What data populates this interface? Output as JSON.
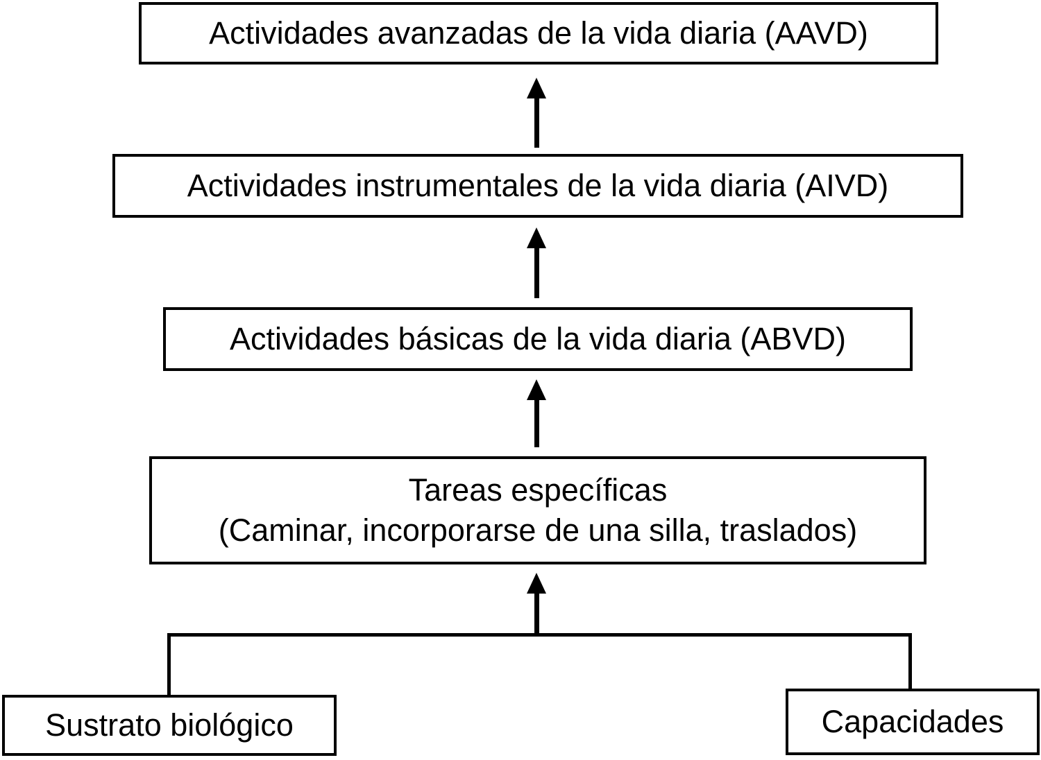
{
  "diagram": {
    "boxes": {
      "aavd": {
        "label": "Actividades avanzadas de la vida diaria (AAVD)"
      },
      "aivd": {
        "label": "Actividades instrumentales de la vida diaria (AIVD)"
      },
      "abvd": {
        "label": "Actividades básicas de la vida diaria (ABVD)"
      },
      "tareas": {
        "line1": "Tareas específicas",
        "line2": "(Caminar, incorporarse de una silla, traslados)"
      },
      "sustrato": {
        "label": "Sustrato biológico"
      },
      "capacidades": {
        "label": "Capacidades"
      }
    },
    "connectors": {
      "arrow_icons": [
        "arrow-up-icon",
        "arrow-up-icon",
        "arrow-up-icon",
        "arrow-up-icon"
      ],
      "flow_order_bottom_to_top": [
        "Sustrato biológico + Capacidades",
        "Tareas específicas",
        "Actividades básicas de la vida diaria (ABVD)",
        "Actividades instrumentales de la vida diaria (AIVD)",
        "Actividades avanzadas de la vida diaria (AAVD)"
      ]
    },
    "colors": {
      "line": "#000000",
      "text": "#000000",
      "box_background": "#ffffff",
      "page_background": "#ffffff"
    }
  }
}
